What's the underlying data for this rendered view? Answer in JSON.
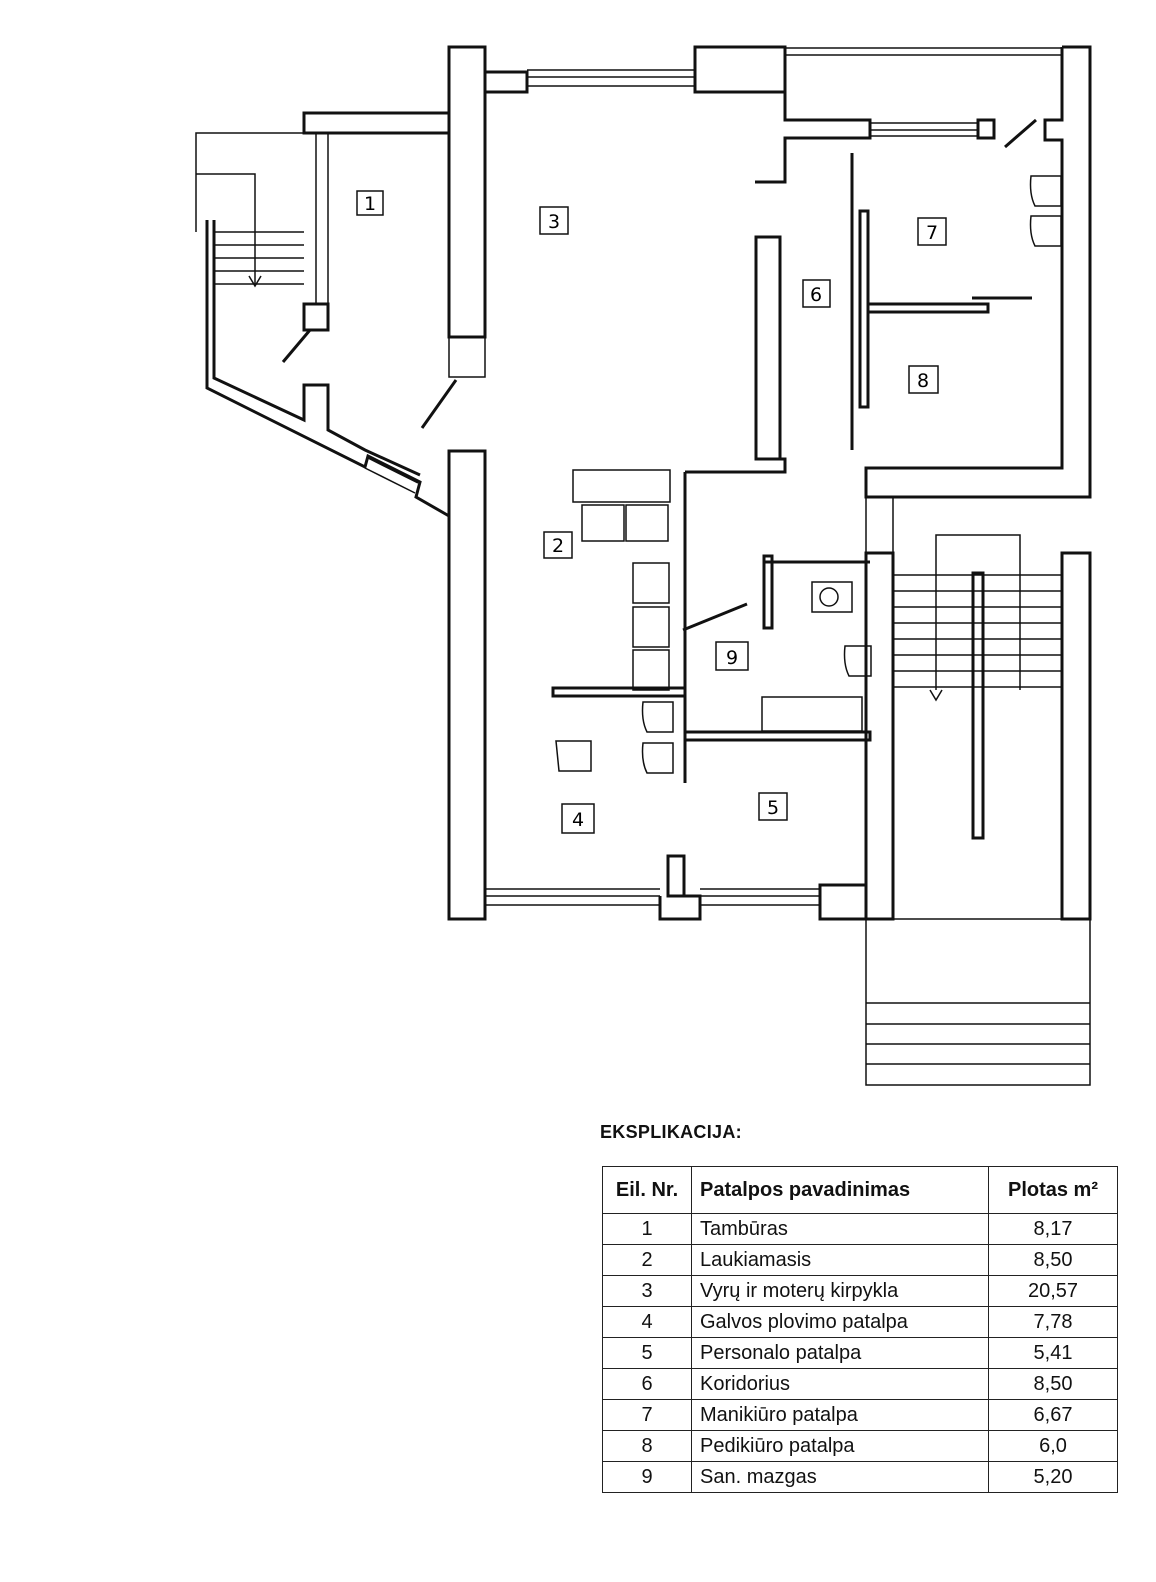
{
  "rooms": [
    "1",
    "2",
    "3",
    "4",
    "5",
    "6",
    "7",
    "8",
    "9"
  ],
  "explication": {
    "title": "EKSPLIKACIJA:",
    "headers": {
      "nr": "Eil. Nr.",
      "name": "Patalpos pavadinimas",
      "area": "Plotas m²"
    },
    "rows": [
      {
        "nr": "1",
        "name": "Tambūras",
        "area": "8,17"
      },
      {
        "nr": "2",
        "name": "Laukiamasis",
        "area": "8,50"
      },
      {
        "nr": "3",
        "name": "Vyrų ir moterų kirpykla",
        "area": "20,57"
      },
      {
        "nr": "4",
        "name": "Galvos plovimo patalpa",
        "area": "7,78"
      },
      {
        "nr": "5",
        "name": "Personalo patalpa",
        "area": "5,41"
      },
      {
        "nr": "6",
        "name": "Koridorius",
        "area": "8,50"
      },
      {
        "nr": "7",
        "name": "Manikiūro patalpa",
        "area": "6,67"
      },
      {
        "nr": "8",
        "name": "Pedikiūro patalpa",
        "area": "6,0"
      },
      {
        "nr": "9",
        "name": "San. mazgas",
        "area": "5,20"
      }
    ]
  }
}
